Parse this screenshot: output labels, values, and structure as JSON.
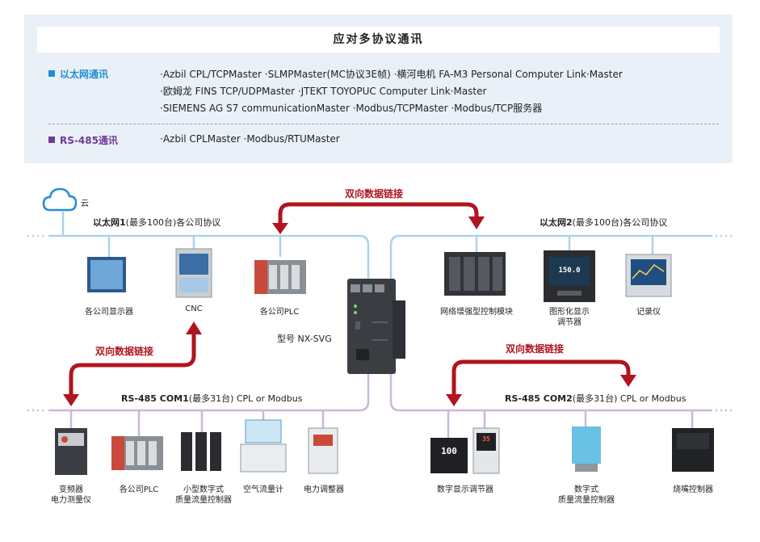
{
  "panel": {
    "title": "应对多协议通讯",
    "ethernet": {
      "label": "以太网通讯",
      "lines": [
        "·Azbil CPL/TCPMaster ·SLMPMaster(MC协议3E帧) ·横河电机 FA-M3 Personal Computer Link·Master",
        "·欧姆龙 FINS TCP/UDPMaster ·JTEKT TOYOPUC Computer Link·Master",
        "·SIEMENS AG S7 communicationMaster ·Modbus/TCPMaster ·Modbus/TCP服务器"
      ]
    },
    "rs485": {
      "label": "RS-485通讯",
      "lines": [
        "·Azbil CPLMaster ·Modbus/RTUMaster"
      ]
    }
  },
  "diagram": {
    "cloud": "云",
    "eth1_bold": "以太网1",
    "eth1_rest": "(最多100台)各公司协议",
    "eth2_bold": "以太网2",
    "eth2_rest": "(最多100台)各公司协议",
    "com1_bold": "RS-485 COM1",
    "com1_rest": "(最多31台) CPL or Modbus",
    "com2_bold": "RS-485 COM2",
    "com2_rest": "(最多31台) CPL or Modbus",
    "link_top": "双向数据链接",
    "link_left": "双向数据链接",
    "link_right": "双向数据链接",
    "model": "型号 NX-SVG",
    "devices": {
      "display": "各公司显示器",
      "cnc": "CNC",
      "plc_top": "各公司PLC",
      "module": "网络增强型控制模块",
      "graphic1": "图形化显示",
      "graphic2": "调节器",
      "recorder": "记录仪",
      "inverter1": "变频器",
      "inverter2": "电力测量仪",
      "plc_bottom": "各公司PLC",
      "mfc_small1": "小型数字式",
      "mfc_small2": "质量流量控制器",
      "airflow": "空气流量计",
      "power": "电力调整器",
      "digital": "数字显示调节器",
      "mfc1": "数字式",
      "mfc2": "质量流量控制器",
      "burner": "烧嘴控制器"
    },
    "screen_values": [
      "150.0",
      "100",
      "35"
    ]
  },
  "colors": {
    "ethernet": "#1f8fd0",
    "rs485": "#6f3c96",
    "bus_line": "#a9d3ee",
    "rs_line": "#cdb6df",
    "arrow": "#b0141f",
    "panel_bg": "#eaf0f8"
  }
}
